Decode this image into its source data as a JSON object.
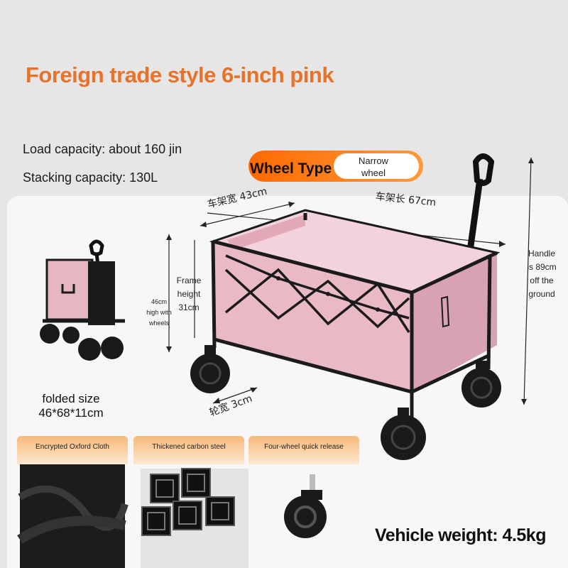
{
  "title": "Foreign trade style 6-inch pink",
  "specs": {
    "load": "Load capacity: about 160 jin",
    "stacking": "Stacking capacity: 130L"
  },
  "wheel_type": {
    "label": "Wheel Type",
    "value": "Narrow wheel"
  },
  "dimensions": {
    "frame_width": "车架宽 43cm",
    "frame_length": "车架长 67cm",
    "frame_height": "Frame height 31cm",
    "height_with_wheels": "46cm high with wheels",
    "handle_height": "Handle is 89cm off the ground",
    "wheel_width": "轮宽 3cm"
  },
  "folded": {
    "label": "folded size",
    "value": "46*68*11cm"
  },
  "features": [
    {
      "label": "Encrypted Oxford Cloth"
    },
    {
      "label": "Thickened carbon steel"
    },
    {
      "label": "Four-wheel quick release"
    }
  ],
  "vehicle_weight": "Vehicle weight: 4.5kg",
  "colors": {
    "accent": "#e8722a",
    "badge": "#ff7a12",
    "cart_pink": "#e9b9c6",
    "frame": "#1b1b1b"
  }
}
